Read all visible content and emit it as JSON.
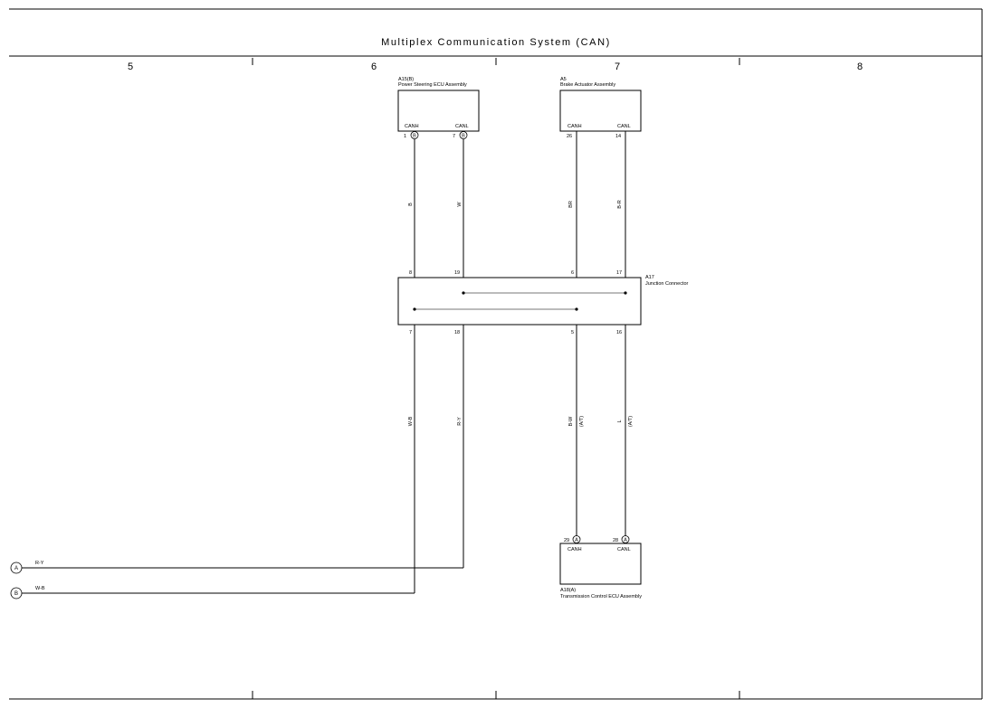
{
  "title": "Multiplex Communication System (CAN)",
  "columns": [
    "5",
    "6",
    "7",
    "8"
  ],
  "components": {
    "power_steering": {
      "code": "A15(B)",
      "name": "Power Steering ECU Assembly",
      "pin1_label": "CANH",
      "pin2_label": "CANL",
      "pin1_num": "1",
      "pin2_num": "7",
      "pin1_conn": "B",
      "pin2_conn": "B"
    },
    "brake_actuator": {
      "code": "A5",
      "name": "Brake Actuator Assembly",
      "pin1_label": "CANH",
      "pin2_label": "CANL",
      "pin1_num": "26",
      "pin2_num": "14"
    },
    "junction": {
      "code": "A17",
      "name": "Junction Connector",
      "top_pins": [
        "8",
        "19",
        "6",
        "17"
      ],
      "bottom_pins": [
        "7",
        "18",
        "5",
        "16"
      ]
    },
    "transmission": {
      "code": "A18(A)",
      "name": "Transmission Control ECU Assembly",
      "pin1_label": "CANH",
      "pin2_label": "CANL",
      "pin1_num": "29",
      "pin2_num": "28",
      "pin1_conn": "A",
      "pin2_conn": "A"
    }
  },
  "wires_upper": [
    "B",
    "W",
    "BR",
    "B-R"
  ],
  "wires_lower": [
    "W-B",
    "R-Y",
    "B-W",
    "L"
  ],
  "wire_notes": [
    "(A/T)",
    "(A/T)"
  ],
  "off_page": [
    {
      "connector": "A",
      "wire": "R-Y"
    },
    {
      "connector": "B",
      "wire": "W-B"
    }
  ]
}
